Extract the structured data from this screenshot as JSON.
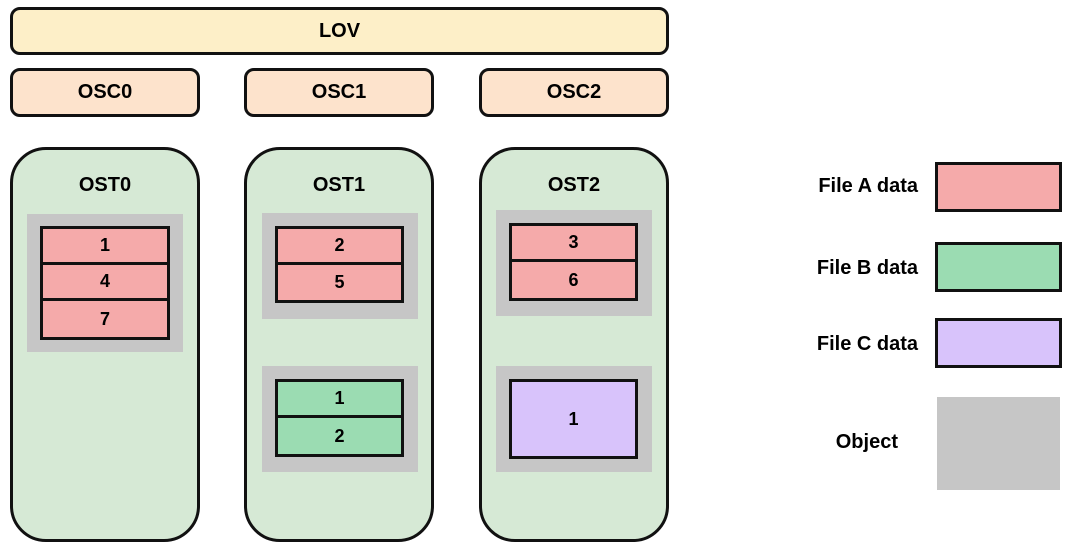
{
  "lov": "LOV",
  "oscs": [
    "OSC0",
    "OSC1",
    "OSC2"
  ],
  "osts": [
    {
      "label": "OST0",
      "objects": [
        {
          "file": "A",
          "stripes": [
            "1",
            "4",
            "7"
          ]
        }
      ]
    },
    {
      "label": "OST1",
      "objects": [
        {
          "file": "A",
          "stripes": [
            "2",
            "5"
          ]
        },
        {
          "file": "B",
          "stripes": [
            "1",
            "2"
          ]
        }
      ]
    },
    {
      "label": "OST2",
      "objects": [
        {
          "file": "A",
          "stripes": [
            "3",
            "6"
          ]
        },
        {
          "file": "C",
          "stripes": [
            "1"
          ]
        }
      ]
    }
  ],
  "legend": {
    "file_a": "File A data",
    "file_b": "File B data",
    "file_c": "File C data",
    "object": "Object"
  },
  "colors": {
    "lov_fill": "#fdefc8",
    "osc_fill": "#fde3cc",
    "ost_fill": "#d6e9d5",
    "object_fill": "#c6c6c6",
    "file_a": "#f5aaaa",
    "file_b": "#9bdcb2",
    "file_c": "#d8c3fb"
  }
}
